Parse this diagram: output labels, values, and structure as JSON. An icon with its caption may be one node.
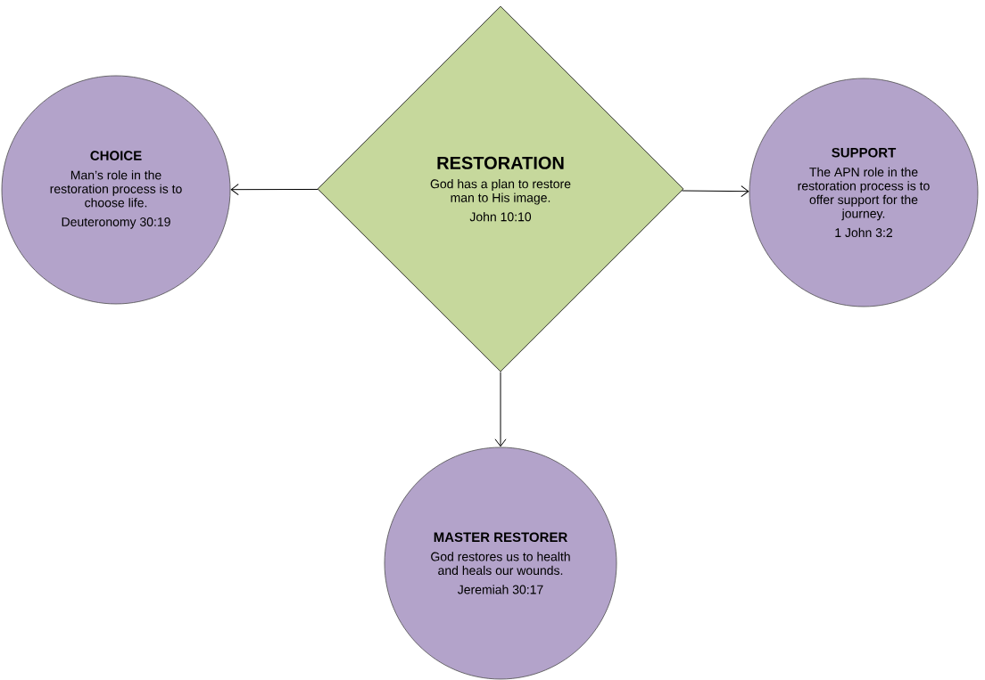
{
  "diagram": {
    "nodes": [
      {
        "text": [
          "RESTORATION",
          "God has a plan to restore man to His image.",
          "John 10:10"
        ]
      },
      {
        "text": [
          "CHOICE",
          "Man’s role in the restoration process is to choose life.",
          "Deuteronomy 30:19"
        ]
      },
      {
        "text": [
          "SUPPORT",
          "The APN role in the restoration process is to offer support for the journey.",
          "1 John 3:2"
        ]
      },
      {
        "text": [
          "MASTER RESTORER",
          "God restores us to health and heals our wounds.",
          "Jeremiah 30:17"
        ]
      }
    ],
    "edges": [
      {
        "from": 0,
        "to": 1,
        "arrow": "to"
      },
      {
        "from": 0,
        "to": 2,
        "arrow": "to"
      },
      {
        "from": 0,
        "to": 3,
        "arrow": "to"
      }
    ]
  }
}
